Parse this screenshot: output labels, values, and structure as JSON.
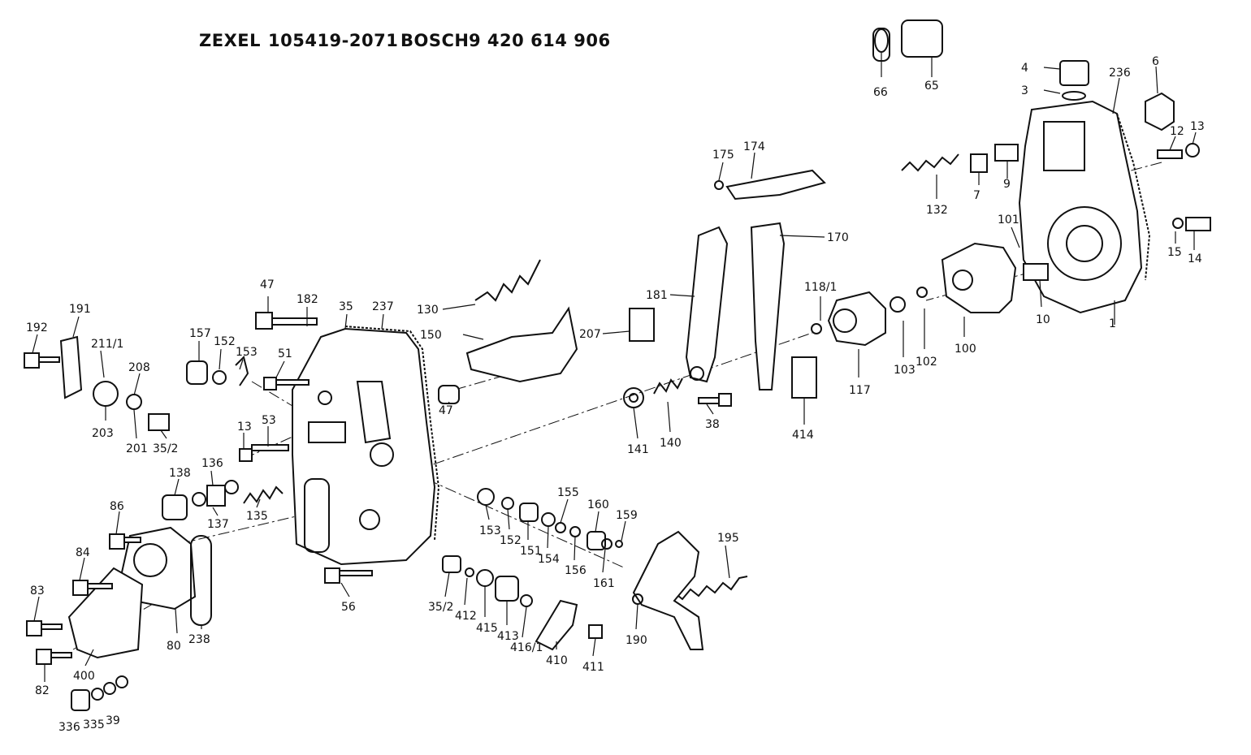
{
  "header": {
    "brand1": "ZEXEL",
    "code1": "105419-2071",
    "brand2": "BOSCH",
    "code2": "9 420 614 906"
  },
  "colors": {
    "ink": "#111111",
    "paper": "#ffffff"
  },
  "callouts": [
    "4",
    "3",
    "236",
    "6",
    "13",
    "12",
    "66",
    "65",
    "175",
    "174",
    "132",
    "7",
    "9",
    "101",
    "170",
    "181",
    "15",
    "14",
    "10",
    "118/1",
    "1",
    "130",
    "150",
    "207",
    "117",
    "103",
    "102",
    "100",
    "47",
    "182",
    "35",
    "237",
    "191",
    "192",
    "211/1",
    "157",
    "152",
    "153",
    "51",
    "47",
    "141",
    "140",
    "38",
    "414",
    "208",
    "203",
    "201",
    "35/2",
    "13",
    "53",
    "138",
    "136",
    "137",
    "135",
    "86",
    "84",
    "153",
    "152",
    "151",
    "155",
    "154",
    "156",
    "160",
    "161",
    "159",
    "195",
    "83",
    "80",
    "238",
    "56",
    "35/2",
    "412",
    "415",
    "413",
    "416/1",
    "410",
    "411",
    "190",
    "82",
    "400",
    "336",
    "335",
    "39"
  ]
}
